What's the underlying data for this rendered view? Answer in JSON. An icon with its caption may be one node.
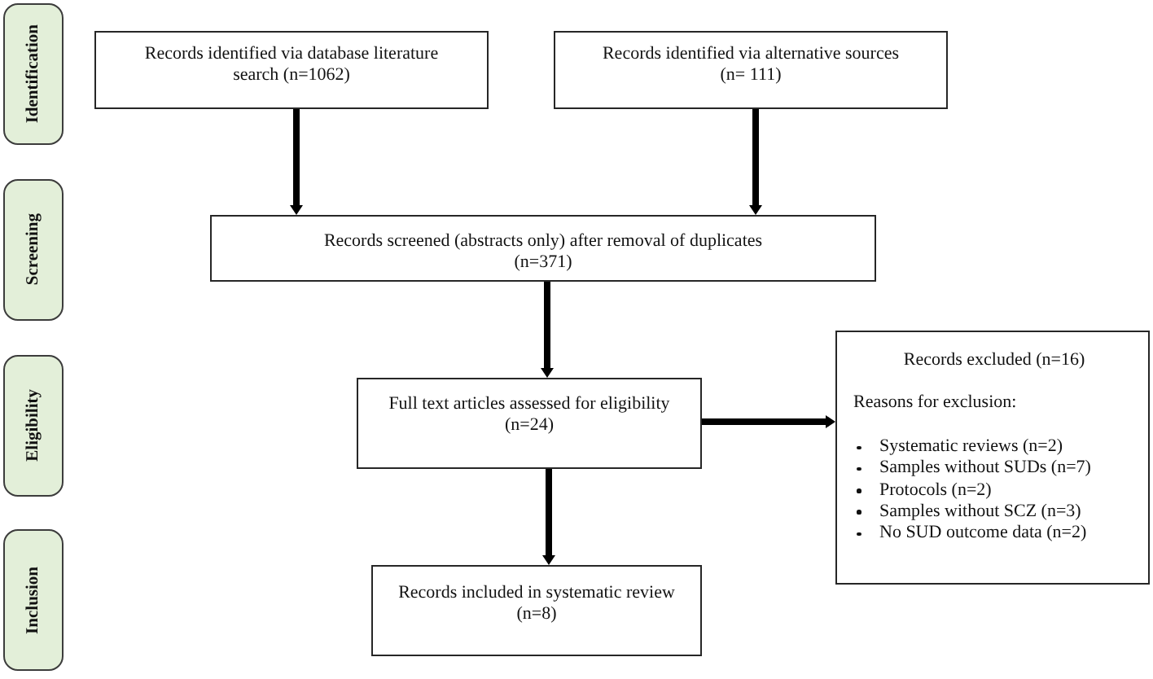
{
  "diagram": {
    "nodes": [
      {
        "text": [
          "Identification"
        ]
      },
      {
        "text": [
          "Records identified via database literature search (n=1062)"
        ]
      },
      {
        "text": [
          "Records identified via alternative sources (n= 111)"
        ]
      },
      {
        "text": [
          "Screening"
        ]
      },
      {
        "text": [
          "Records screened (abstracts only) after removal of duplicates (n=371)"
        ]
      },
      {
        "text": [
          "Eligibility"
        ]
      },
      {
        "text": [
          "Full text articles assessed for eligibility (n=24)"
        ]
      },
      {
        "text": [
          "Records excluded (n=16)",
          "Reasons for exclusion:",
          "Systematic reviews (n=2)",
          "Samples without SUDs (n=7)",
          "Protocols (n=2)",
          "Samples without SCZ (n=3)",
          "No SUD outcome data (n=2)"
        ]
      },
      {
        "text": [
          "Inclusion"
        ]
      },
      {
        "text": [
          "Records included in systematic review (n=8)"
        ]
      }
    ],
    "edges": [
      {
        "from": 1,
        "to": 4,
        "arrow": "to"
      },
      {
        "from": 2,
        "to": 4,
        "arrow": "to"
      },
      {
        "from": 4,
        "to": 6,
        "arrow": "to"
      },
      {
        "from": 6,
        "to": 7,
        "arrow": "to"
      },
      {
        "from": 6,
        "to": 9,
        "arrow": "to"
      }
    ]
  }
}
